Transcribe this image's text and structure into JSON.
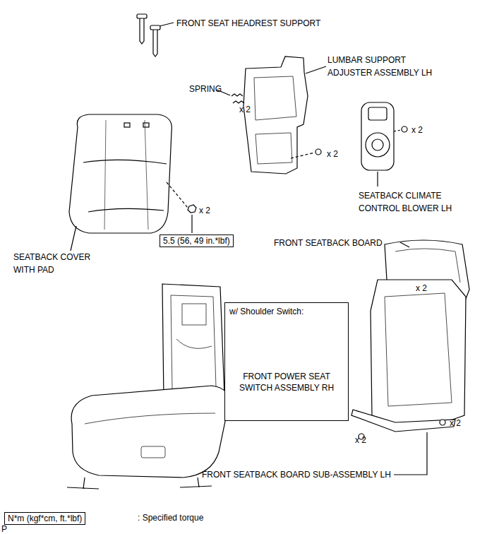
{
  "diagram": {
    "nodes": [
      {
        "text": [
          "5.5 (56, 49 in.*lbf)"
        ]
      },
      {
        "text": [
          "w/ Shoulder Switch:",
          "FRONT POWER SEAT SWITCH ASSEMBLY RH"
        ]
      },
      {
        "text": [
          "N*m (kgf*cm, ft.*lbf)"
        ]
      }
    ],
    "edges": [],
    "labels": [
      "FRONT SEAT HEADREST SUPPORT",
      "LUMBAR SUPPORT ADJUSTER ASSEMBLY LH",
      "SPRING",
      "x 2",
      "x 2",
      "x 2",
      "SEATBACK CLIMATE CONTROL BLOWER LH",
      "x 2",
      "SEATBACK COVER WITH PAD",
      "FRONT SEATBACK BOARD",
      "x 2",
      "x 2",
      "x 2",
      "FRONT SEATBACK BOARD SUB-ASSEMBLY LH",
      ": Specified torque",
      "P"
    ]
  }
}
